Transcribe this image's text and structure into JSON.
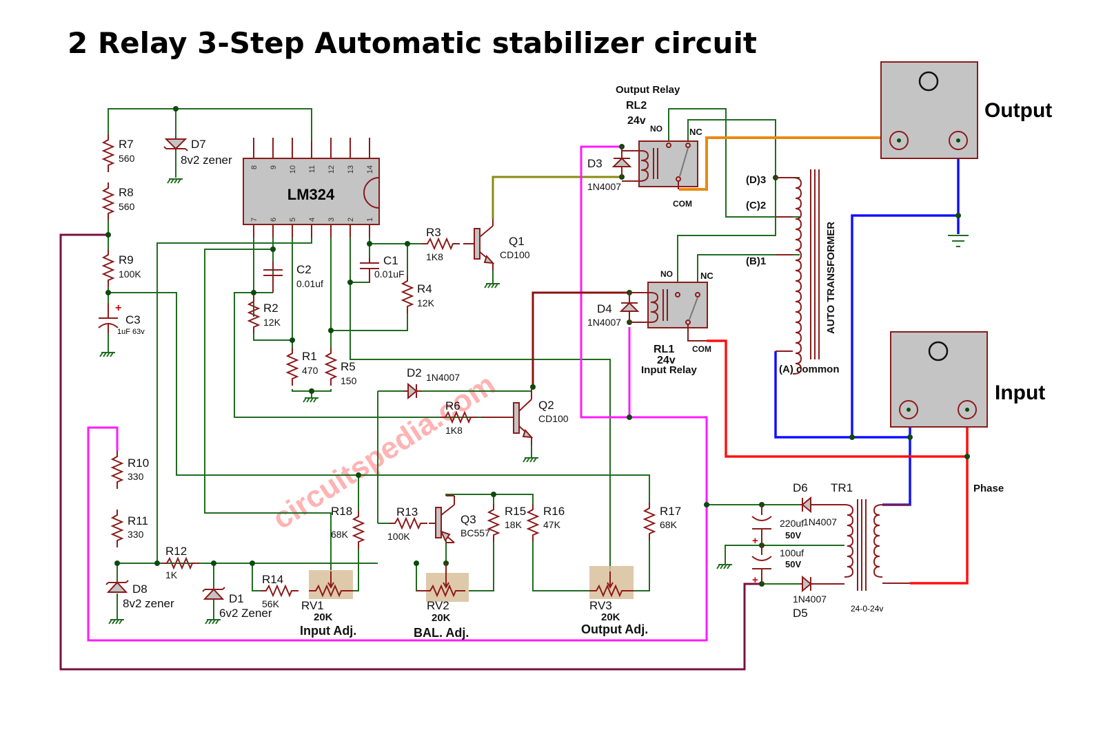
{
  "title": "2 Relay 3-Step Automatic stabilizer circuit",
  "watermark": "circuitspedia.com",
  "colors": {
    "wire": "#1f6b1f",
    "component": "#8b1a1a",
    "supply_wire": "#ff1aff",
    "negative_wire": "#7a1040",
    "neutral_wire": "#1010ff",
    "phase_wire": "#ff1010",
    "output_wire": "#e88a10",
    "relay_drive_wire": "#8a8a10",
    "watermark": "#ff9a9a"
  },
  "ic": {
    "ref": "LM324",
    "top_pins": [
      "8",
      "9",
      "10",
      "11",
      "12",
      "13",
      "14"
    ],
    "bottom_pins": [
      "7",
      "6",
      "5",
      "4",
      "3",
      "2",
      "1"
    ]
  },
  "resistors": [
    {
      "ref": "R7",
      "value": "560"
    },
    {
      "ref": "R8",
      "value": "560"
    },
    {
      "ref": "R9",
      "value": "100K"
    },
    {
      "ref": "R2",
      "value": "12K"
    },
    {
      "ref": "R1",
      "value": "470"
    },
    {
      "ref": "R5",
      "value": "150"
    },
    {
      "ref": "R3",
      "value": "1K8"
    },
    {
      "ref": "R4",
      "value": "12K"
    },
    {
      "ref": "R6",
      "value": "1K8"
    },
    {
      "ref": "R10",
      "value": "330"
    },
    {
      "ref": "R11",
      "value": "330"
    },
    {
      "ref": "R12",
      "value": "1K"
    },
    {
      "ref": "R14",
      "value": "56K"
    },
    {
      "ref": "R18",
      "value": "68K"
    },
    {
      "ref": "R13",
      "value": "100K"
    },
    {
      "ref": "R15",
      "value": "18K"
    },
    {
      "ref": "R16",
      "value": "47K"
    },
    {
      "ref": "R17",
      "value": "68K"
    }
  ],
  "capacitors": [
    {
      "ref": "C2",
      "value": "0.01uf"
    },
    {
      "ref": "C1",
      "value": "0.01uF"
    },
    {
      "ref": "C3",
      "value": "1uF 63v"
    },
    {
      "ref": "",
      "value": "220uf",
      "voltage": "50V"
    },
    {
      "ref": "",
      "value": "100uf",
      "voltage": "50V"
    }
  ],
  "diodes": [
    {
      "ref": "D7",
      "value": "8v2 zener"
    },
    {
      "ref": "D3",
      "value": "1N4007"
    },
    {
      "ref": "D4",
      "value": "1N4007"
    },
    {
      "ref": "D2",
      "value": "1N4007"
    },
    {
      "ref": "D8",
      "value": "8v2 zener"
    },
    {
      "ref": "D1",
      "value": "6v2 Zener"
    },
    {
      "ref": "D6",
      "value": "1N4007"
    },
    {
      "ref": "D5",
      "value": "1N4007"
    }
  ],
  "transistors": [
    {
      "ref": "Q1",
      "value": "CD100"
    },
    {
      "ref": "Q2",
      "value": "CD100"
    },
    {
      "ref": "Q3",
      "value": "BC557"
    }
  ],
  "potentiometers": [
    {
      "ref": "RV1",
      "value": "20K",
      "label": "Input Adj."
    },
    {
      "ref": "RV2",
      "value": "20K",
      "label": "BAL. Adj."
    },
    {
      "ref": "RV3",
      "value": "20K",
      "label": "Output Adj."
    }
  ],
  "relays": {
    "rl2": {
      "caption": "Output Relay",
      "ref": "RL2",
      "voltage": "24v",
      "no": "NO",
      "nc": "NC",
      "com": "COM"
    },
    "rl1": {
      "caption": "Input Relay",
      "ref": "RL1",
      "voltage": "24v",
      "no": "NO",
      "nc": "NC",
      "com": "COM"
    }
  },
  "auto_transformer": {
    "label": "AUTO TRANSFORMER",
    "taps": [
      "(D)3",
      "(C)2",
      "(B)1",
      "(A) common"
    ]
  },
  "supply_transformer": {
    "ref": "TR1",
    "rating": "24-0-24v"
  },
  "sockets": {
    "output": "Output",
    "input": "Input"
  },
  "phase_label": "Phase"
}
